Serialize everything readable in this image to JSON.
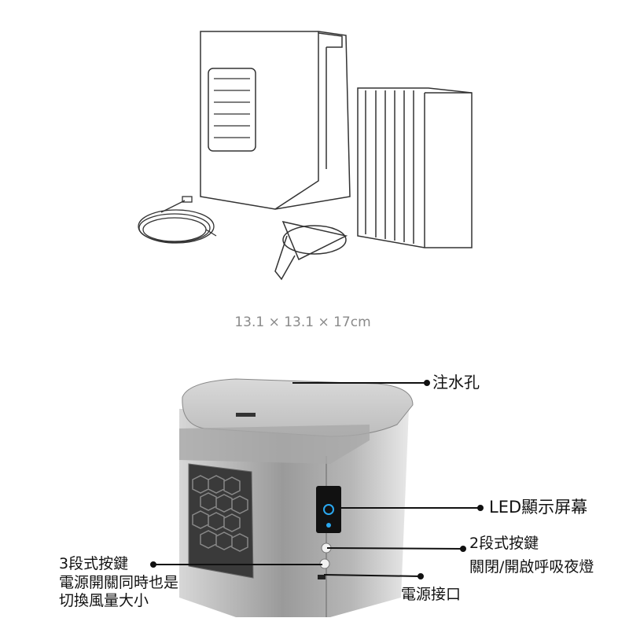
{
  "dimensions": "13.1 × 13.1 × 17cm",
  "labels": {
    "water_inlet": "注水孔",
    "led_display": "LED顯示屏幕",
    "two_stage_button": "2段式按鍵",
    "two_stage_desc": "關閉/開啟呼吸夜燈",
    "three_stage_button": "3段式按鍵",
    "three_stage_desc_1": "電源開關同時也是",
    "three_stage_desc_2": "切換風量大小",
    "power_port": "電源接口"
  },
  "colors": {
    "led": "#2aa8f0",
    "body": "#8c8c8c",
    "line": "#111111"
  }
}
